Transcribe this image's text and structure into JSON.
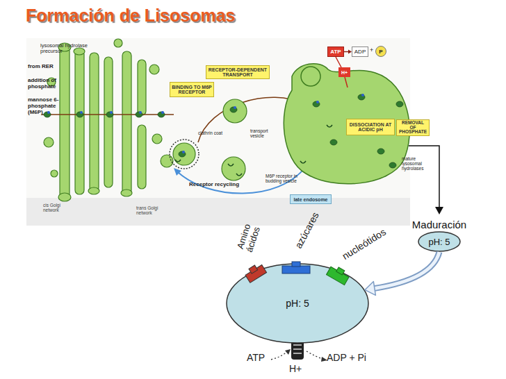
{
  "diagram": {
    "title": "Formación de Lisosomas",
    "nodes": [
      {
        "text": [
          "BINDING TO M6P RECEPTOR"
        ]
      },
      {
        "text": [
          "RECEPTOR-DEPENDENT TRANSPORT"
        ]
      },
      {
        "text": [
          "ATP"
        ]
      },
      {
        "text": [
          "ADP"
        ]
      },
      {
        "text": [
          "P"
        ]
      },
      {
        "text": [
          "H+"
        ]
      },
      {
        "text": [
          "DISSOCIATION AT ACIDIC pH"
        ]
      },
      {
        "text": [
          "REMOVAL OF PHOSPHATE"
        ]
      },
      {
        "text": [
          "late endosome"
        ]
      },
      {
        "text": [
          "Maduración",
          "pH: 5"
        ]
      },
      {
        "text": [
          "pH: 5"
        ]
      },
      {
        "text": [
          "Amino ácidos"
        ]
      },
      {
        "text": [
          "azúcares"
        ]
      },
      {
        "text": [
          "nucleótidos"
        ]
      }
    ],
    "edges": [
      {
        "from": 2,
        "to": 3,
        "arrow": "to"
      },
      {
        "from": 9,
        "to": 10,
        "arrow": "to"
      }
    ],
    "labels": [
      "lysosomal hydrolase precursor",
      "from RER",
      "addition of phosphate",
      "mannose 6-phosphate (M6P)",
      "clathrin coat",
      "transport vesicle",
      "Receptor recycling",
      "M6P receptor in budding vesicle",
      "mature lysosomal hydrolases",
      "cis Golgi network",
      "trans Golgi network",
      "+",
      "ATP",
      "ADP + Pi",
      "H+"
    ]
  }
}
